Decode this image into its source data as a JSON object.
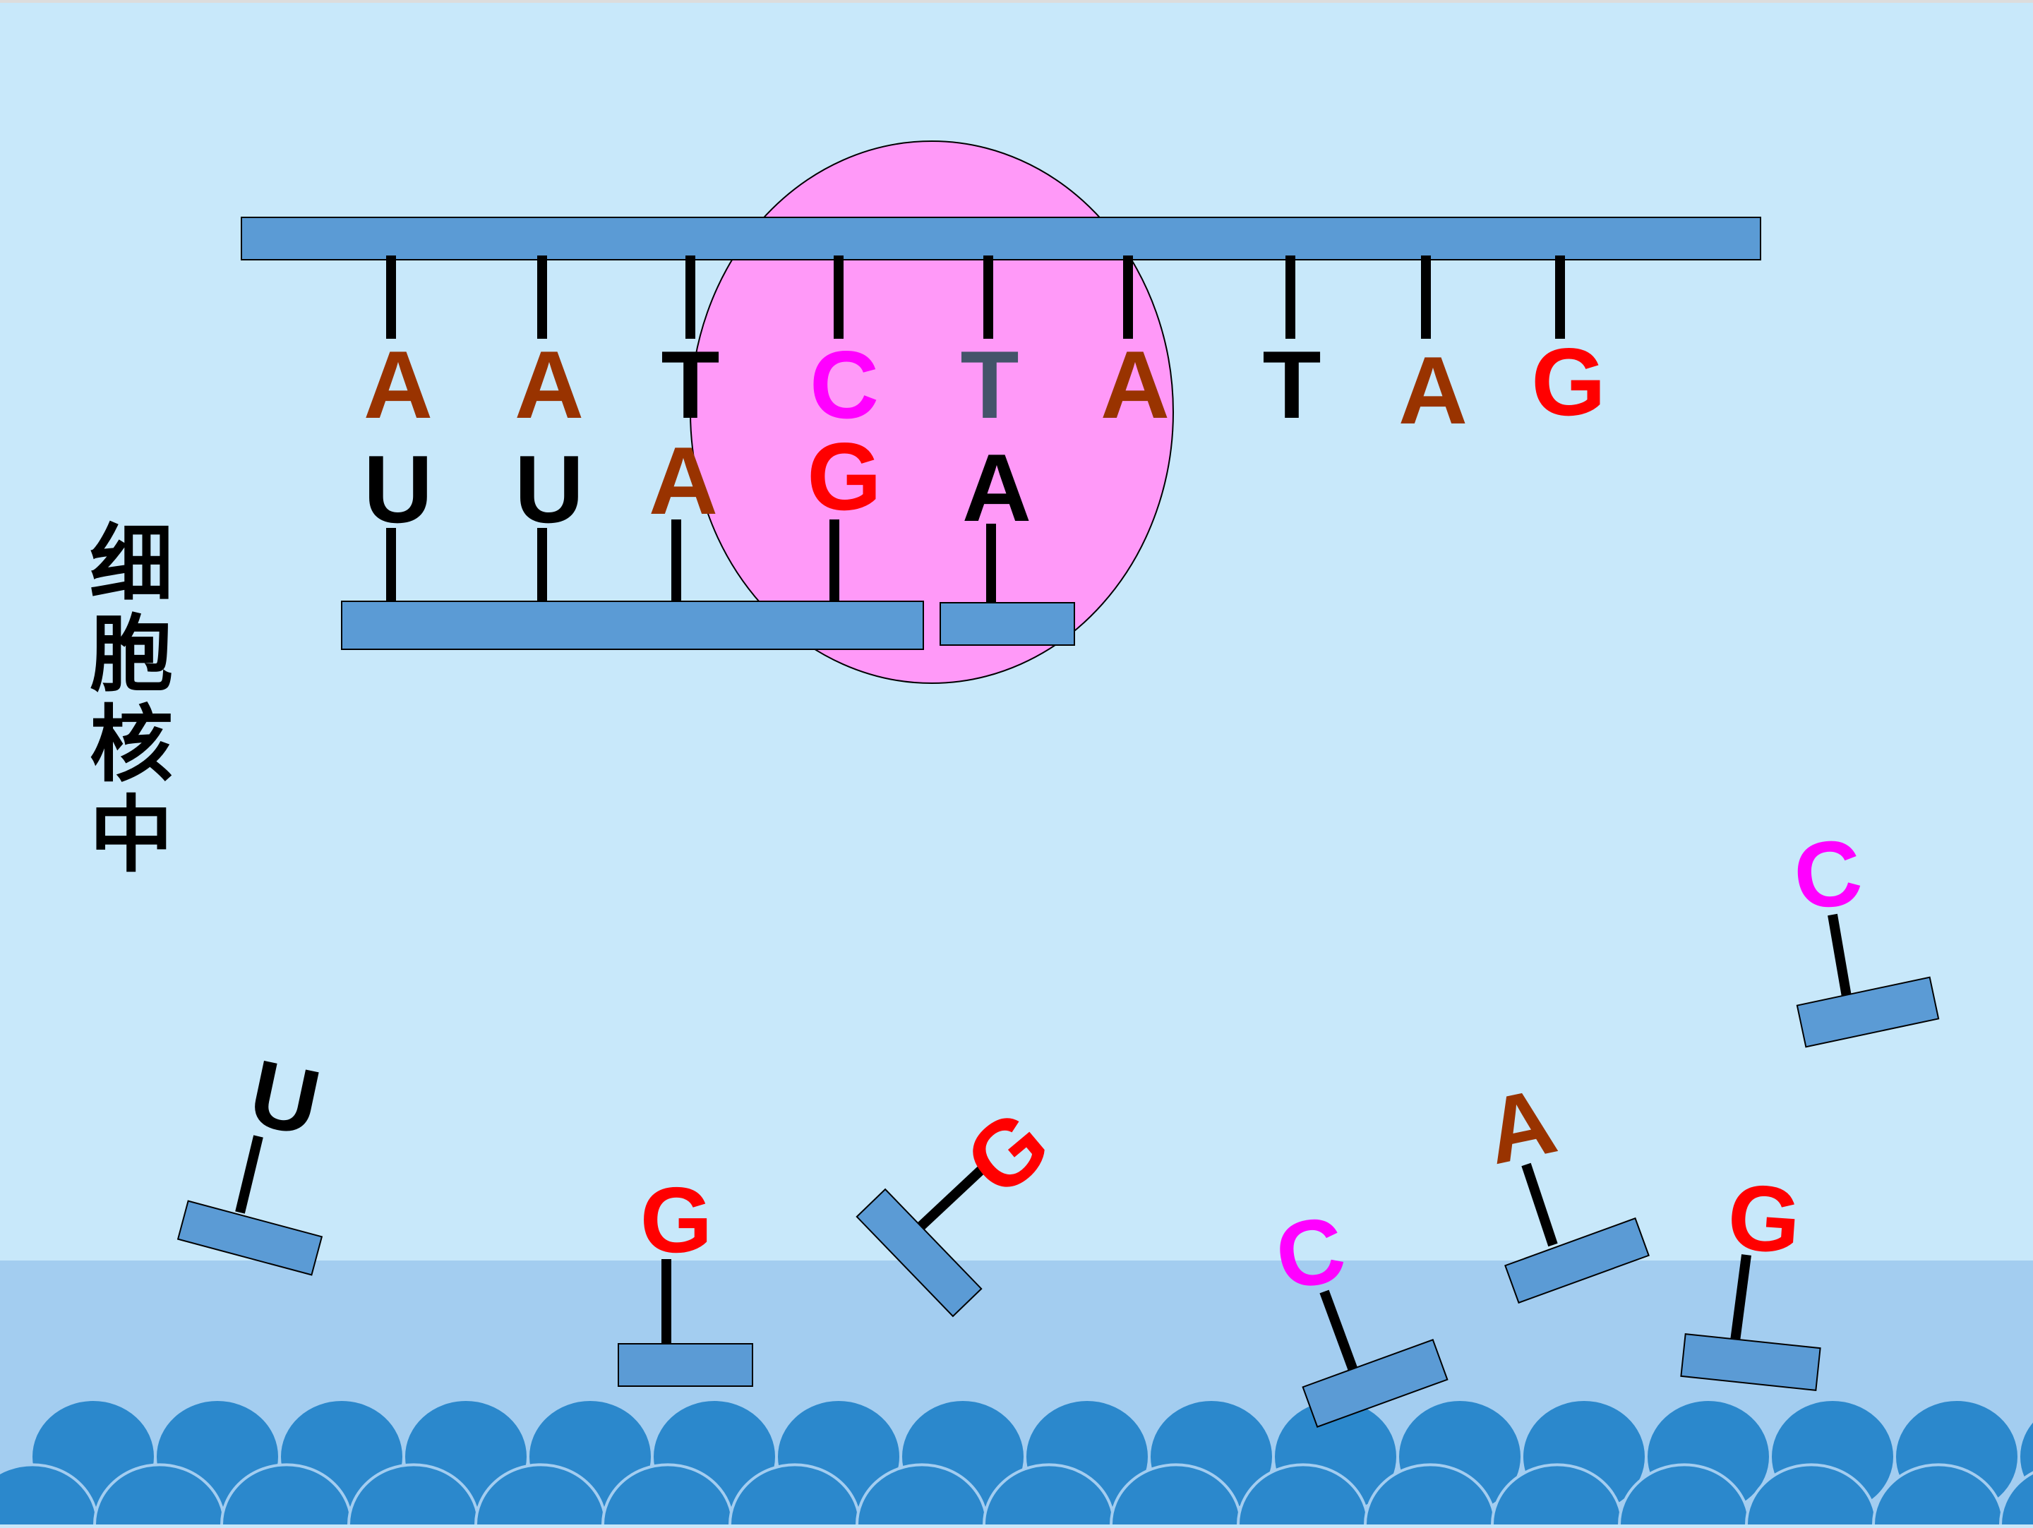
{
  "colors": {
    "background": "#c8e8fa",
    "ground": "#a3cdf0",
    "scales": "#2b88cc",
    "nucleus": "#ff99f8",
    "strand": "#5b9bd5",
    "stroke": "#000000",
    "A": "#993300",
    "T": "#000000",
    "U": "#000000",
    "C": "#ff00ff",
    "G": "#ff0000",
    "T_pale": "#44546a"
  },
  "location_label": "细胞核中",
  "dna_template": [
    "A",
    "A",
    "T",
    "C",
    "T",
    "A",
    "T",
    "A",
    "G"
  ],
  "rna_paired": [
    "U",
    "U",
    "A",
    "G",
    "A"
  ],
  "free_nucleotides": [
    "U",
    "G",
    "G",
    "C",
    "A",
    "G",
    "C"
  ]
}
